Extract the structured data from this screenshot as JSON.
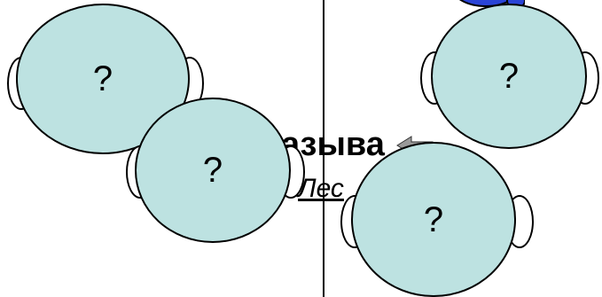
{
  "slide": {
    "title_fragment": "называ",
    "subtitle_fragment": "Лес",
    "subtitle_end": "ка."
  },
  "faces": [
    {
      "label": "?"
    },
    {
      "label": "?"
    },
    {
      "label": "?"
    },
    {
      "label": "?"
    }
  ],
  "colors": {
    "face_fill": "#bde2e1",
    "accent_blue": "#2a44d6",
    "outline": "#000000"
  }
}
